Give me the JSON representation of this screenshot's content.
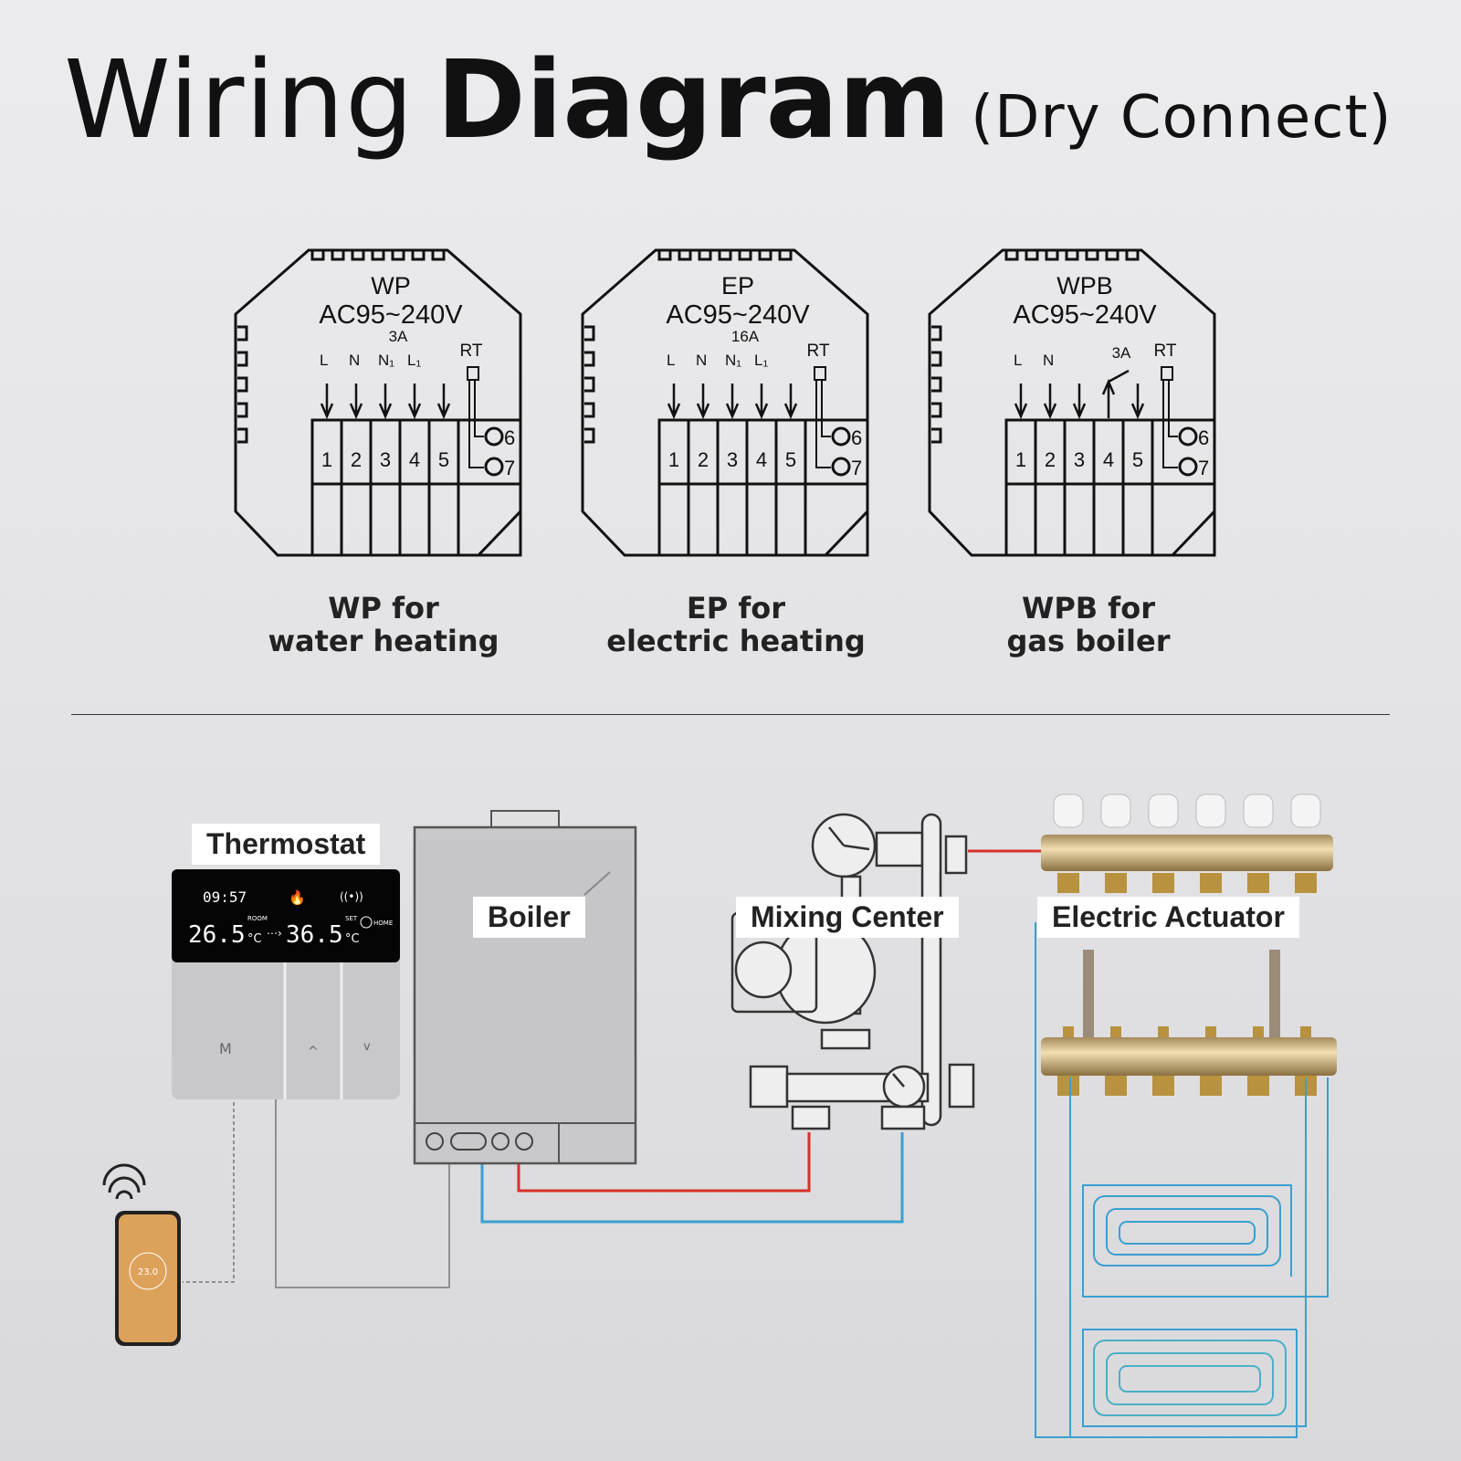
{
  "title": {
    "light": "Wiring",
    "bold": "Diagram",
    "sub": "(Dry Connect)"
  },
  "modules": [
    {
      "model": "WP",
      "voltage": "AC95~240V",
      "current": "3A",
      "labels": [
        "L",
        "N",
        "N1",
        "L1"
      ],
      "rt": "RT",
      "terminals": [
        "1",
        "2",
        "3",
        "4",
        "5"
      ],
      "sensor": [
        "6",
        "7"
      ],
      "caption_line1": "WP for",
      "caption_line2": "water heating"
    },
    {
      "model": "EP",
      "voltage": "AC95~240V",
      "current": "16A",
      "labels": [
        "L",
        "N",
        "N1",
        "L1"
      ],
      "rt": "RT",
      "terminals": [
        "1",
        "2",
        "3",
        "4",
        "5"
      ],
      "sensor": [
        "6",
        "7"
      ],
      "caption_line1": "EP for",
      "caption_line2": "electric heating"
    },
    {
      "model": "WPB",
      "voltage": "AC95~240V",
      "current": "3A",
      "labels": [
        "L",
        "N"
      ],
      "rt": "RT",
      "terminals": [
        "1",
        "2",
        "3",
        "4",
        "5"
      ],
      "sensor": [
        "6",
        "7"
      ],
      "caption_line1": "WPB for",
      "caption_line2": "gas boiler"
    }
  ],
  "system": {
    "thermostat_label": "Thermostat",
    "boiler_label": "Boiler",
    "mixing_label": "Mixing Center",
    "actuator_label": "Electric Actuator",
    "display": {
      "time": "09:57",
      "room_temp": "26.5",
      "set_temp": "36.5",
      "unit": "°C",
      "room_tag": "ROOM",
      "set_tag": "SET",
      "home_tag": "HOME"
    },
    "buttons": [
      "M",
      "^",
      "v"
    ],
    "phone_temp": "23.0"
  },
  "colors": {
    "hot_pipe": "#d8302a",
    "cold_pipe": "#3a9fd0",
    "floor_loop": "#4aaecb",
    "wire": "#666666"
  }
}
